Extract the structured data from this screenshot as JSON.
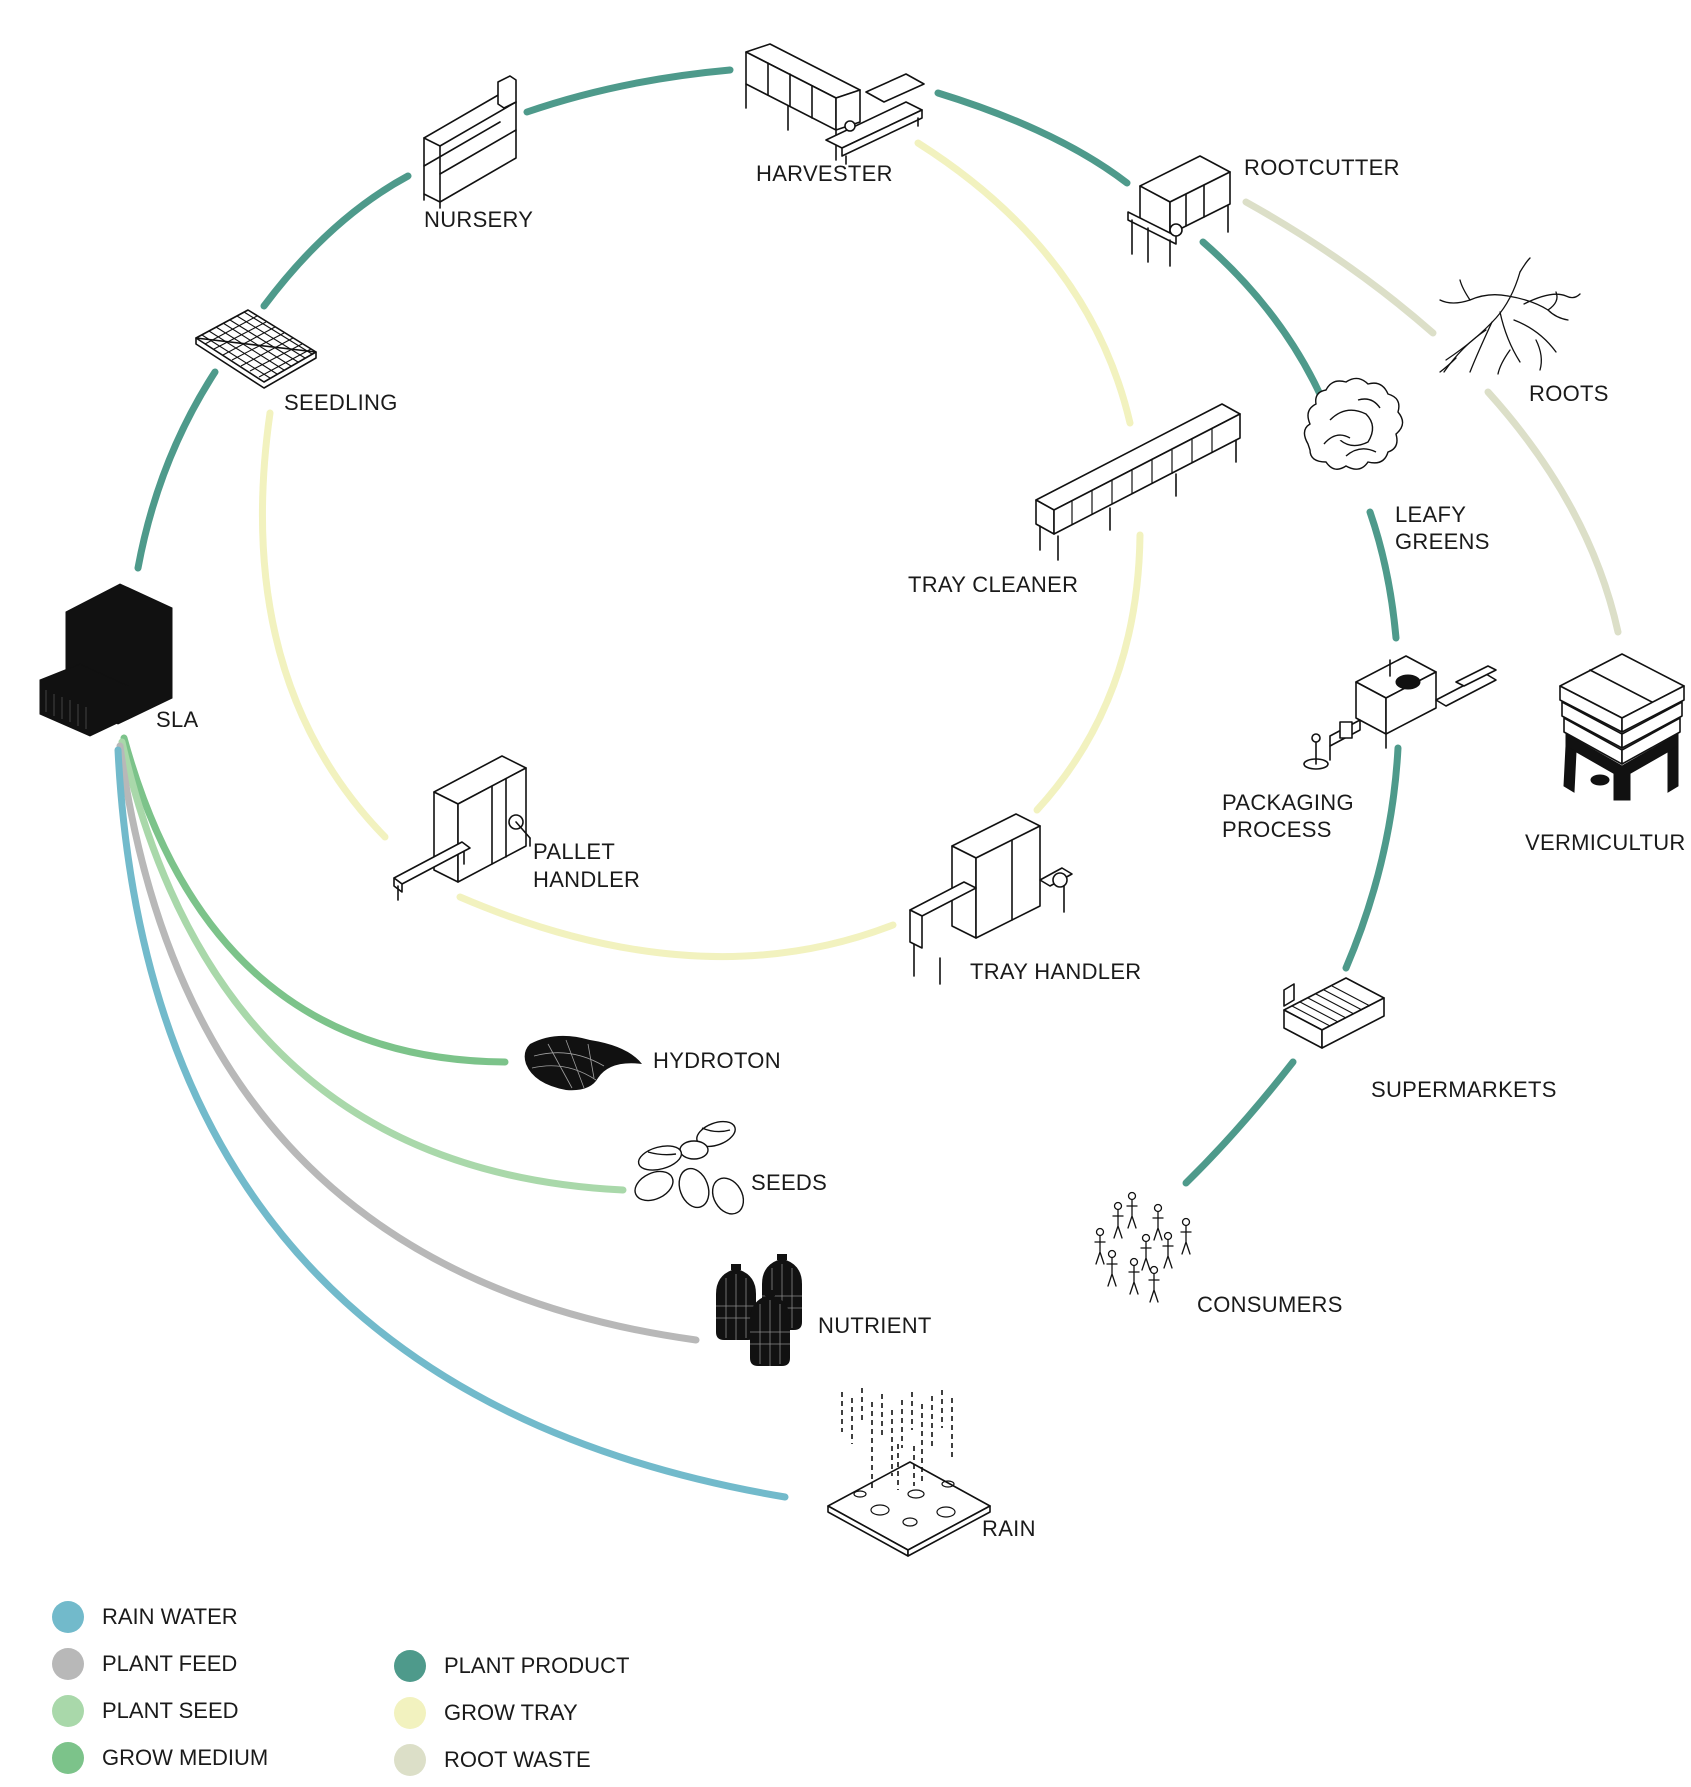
{
  "colors": {
    "rain_water": "#72BACB",
    "plant_feed": "#B8B8B8",
    "plant_seed": "#A9D8AA",
    "grow_medium": "#7CC38A",
    "plant_product": "#4E9A8B",
    "grow_tray": "#F2F2BF",
    "root_waste": "#DCDFC8"
  },
  "nodes": {
    "nursery": "NURSERY",
    "harvester": "HARVESTER",
    "rootcutter": "ROOTCUTTER",
    "seedling": "SEEDLING",
    "roots": "ROOTS",
    "leafy_greens_1": "LEAFY",
    "leafy_greens_2": "GREENS",
    "tray_cleaner": "TRAY CLEANER",
    "sla": "SLA",
    "packaging_1": "PACKAGING",
    "packaging_2": "PROCESS",
    "vermiculture": "VERMICULTUR",
    "pallet_handler_1": "PALLET",
    "pallet_handler_2": "HANDLER",
    "tray_handler": "TRAY HANDLER",
    "hydroton": "HYDROTON",
    "supermarkets": "SUPERMARKETS",
    "seeds": "SEEDS",
    "consumers": "CONSUMERS",
    "nutrient": "NUTRIENT",
    "rain": "RAIN"
  },
  "legend": [
    {
      "label": "RAIN WATER",
      "color": "#72BACB"
    },
    {
      "label": "PLANT FEED",
      "color": "#B8B8B8"
    },
    {
      "label": "PLANT SEED",
      "color": "#A9D8AA"
    },
    {
      "label": "GROW MEDIUM",
      "color": "#7CC38A"
    },
    {
      "label": "PLANT PRODUCT",
      "color": "#4E9A8B"
    },
    {
      "label": "GROW TRAY",
      "color": "#F2F2BF"
    },
    {
      "label": "ROOT WASTE",
      "color": "#DCDFC8"
    }
  ]
}
